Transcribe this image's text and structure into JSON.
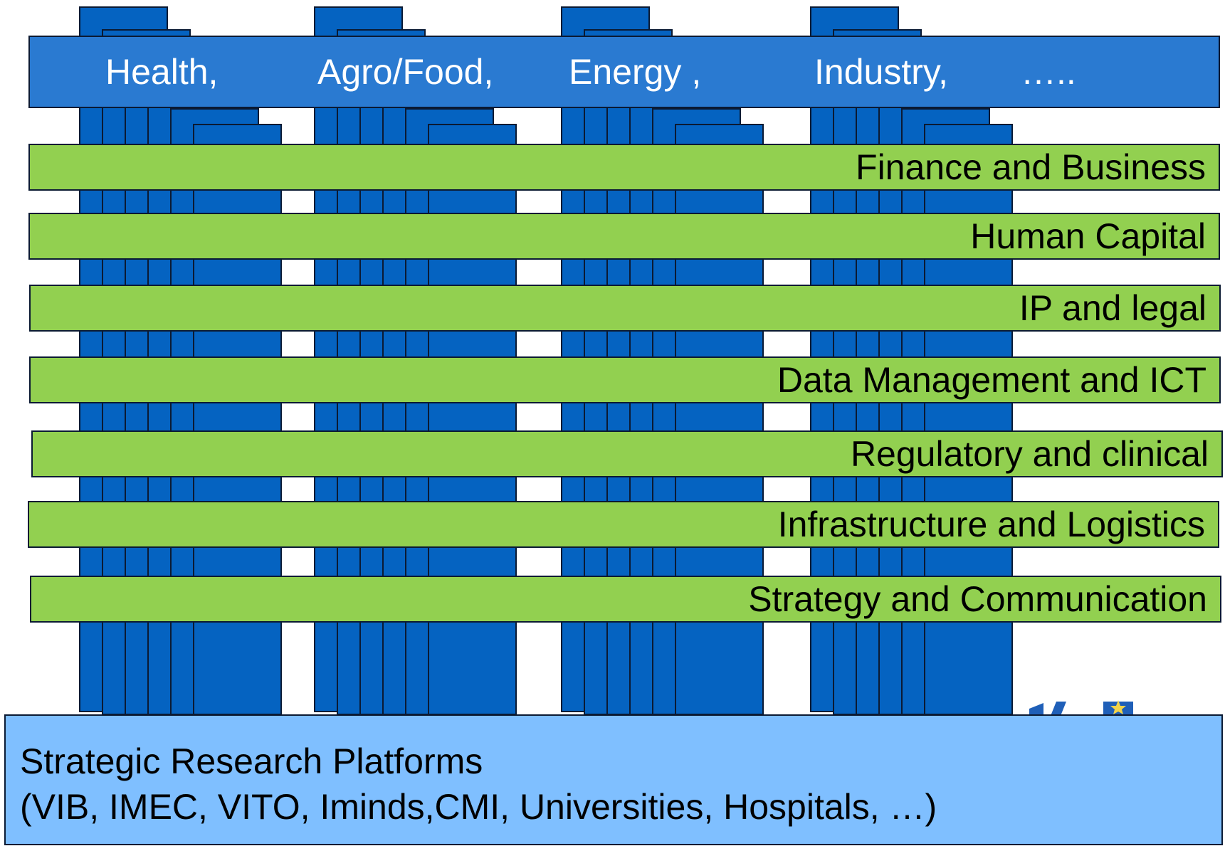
{
  "sectors": [
    "Health,",
    "Agro/Food,",
    "Energy ,",
    "Industry,",
    "….."
  ],
  "bands": [
    "Finance and Business",
    "Human Capital",
    "IP and legal",
    "Data Management and ICT",
    "Regulatory and clinical",
    "Infrastructure and Logistics",
    "Strategy and Communication"
  ],
  "platforms": {
    "title": "Strategic Research Platforms",
    "members": "(VIB, IMEC, VITO, Iminds,CMI, Universities, Hospitals, …)"
  },
  "colors": {
    "pillar": "#0563c1",
    "banner": "#2a7ad1",
    "band": "#92d050",
    "platform": "#7fbfff",
    "outline": "#0b1a33"
  }
}
